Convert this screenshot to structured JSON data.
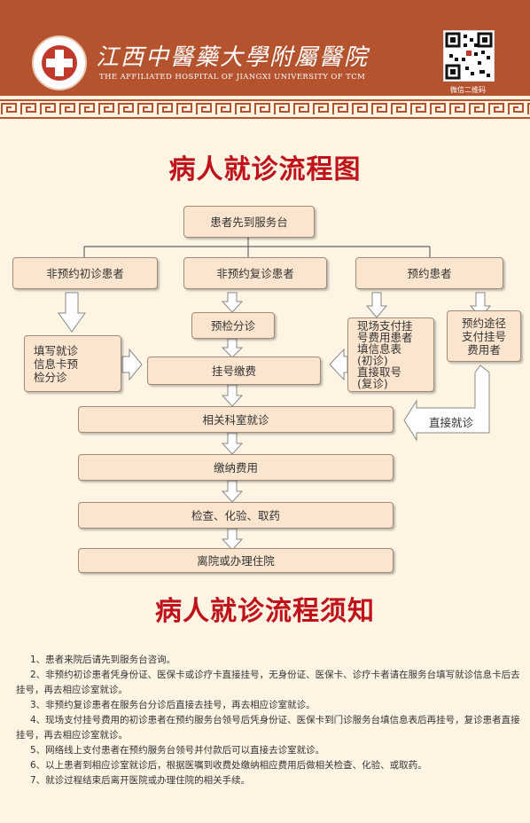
{
  "header": {
    "hospital_name_cn": "江西中醫藥大學附屬醫院",
    "hospital_name_en": "THE AFFILIATED HOSPITAL OF JIANGXI UNIVERSITY OF TCM",
    "qr_label": "微信二维码",
    "brand_color": "#b5532e"
  },
  "flow": {
    "title": "病人就诊流程图",
    "service_desk": "患者先到服务台",
    "non_appt_first": "非预约初诊患者",
    "non_appt_return": "非预约复诊患者",
    "appt": "预约患者",
    "fill_form": [
      "填写就诊",
      "信息卡预",
      "检分诊"
    ],
    "pre_triage": "预检分诊",
    "onsite_pay": [
      "现场支付挂",
      "号费用患者",
      "填信息表",
      "(初诊)",
      "直接取号",
      "(复诊)"
    ],
    "prepaid": [
      "预约途径",
      "支付挂号",
      "费用者"
    ],
    "register_pay": "挂号缴费",
    "direct_visit": "直接就诊",
    "clinic_visit": "相关科室就诊",
    "pay_fees": "缴纳费用",
    "exam": "检查、化验、取药",
    "discharge": "离院或办理住院"
  },
  "notice": {
    "title": "病人就诊流程须知",
    "items": [
      "1、患者来院后请先到服务台咨询。",
      "2、非预约初诊患者凭身份证、医保卡或诊疗卡直接挂号，无身份证、医保卡、诊疗卡者请在服务台填写就诊信息卡后去挂号，再去相应诊室就诊。",
      "3、非预约复诊患者在服务台分诊后直接去挂号，再去相应诊室就诊。",
      "4、现场支付挂号费用的初诊患者在预约服务台领号后凭身份证、医保卡到门诊服务台填信息表后再挂号，复诊患者直接挂号，再去相应诊室就诊。",
      "5、网络线上支付患者在预约服务台领号并付款后可以直接去诊室就诊。",
      "6、以上患者到相应诊室就诊后，根据医嘱到收费处缴纳相应费用后做相关检查、化验、或取药。",
      "7、就诊过程结束后离开医院或办理住院的相关手续。"
    ]
  }
}
